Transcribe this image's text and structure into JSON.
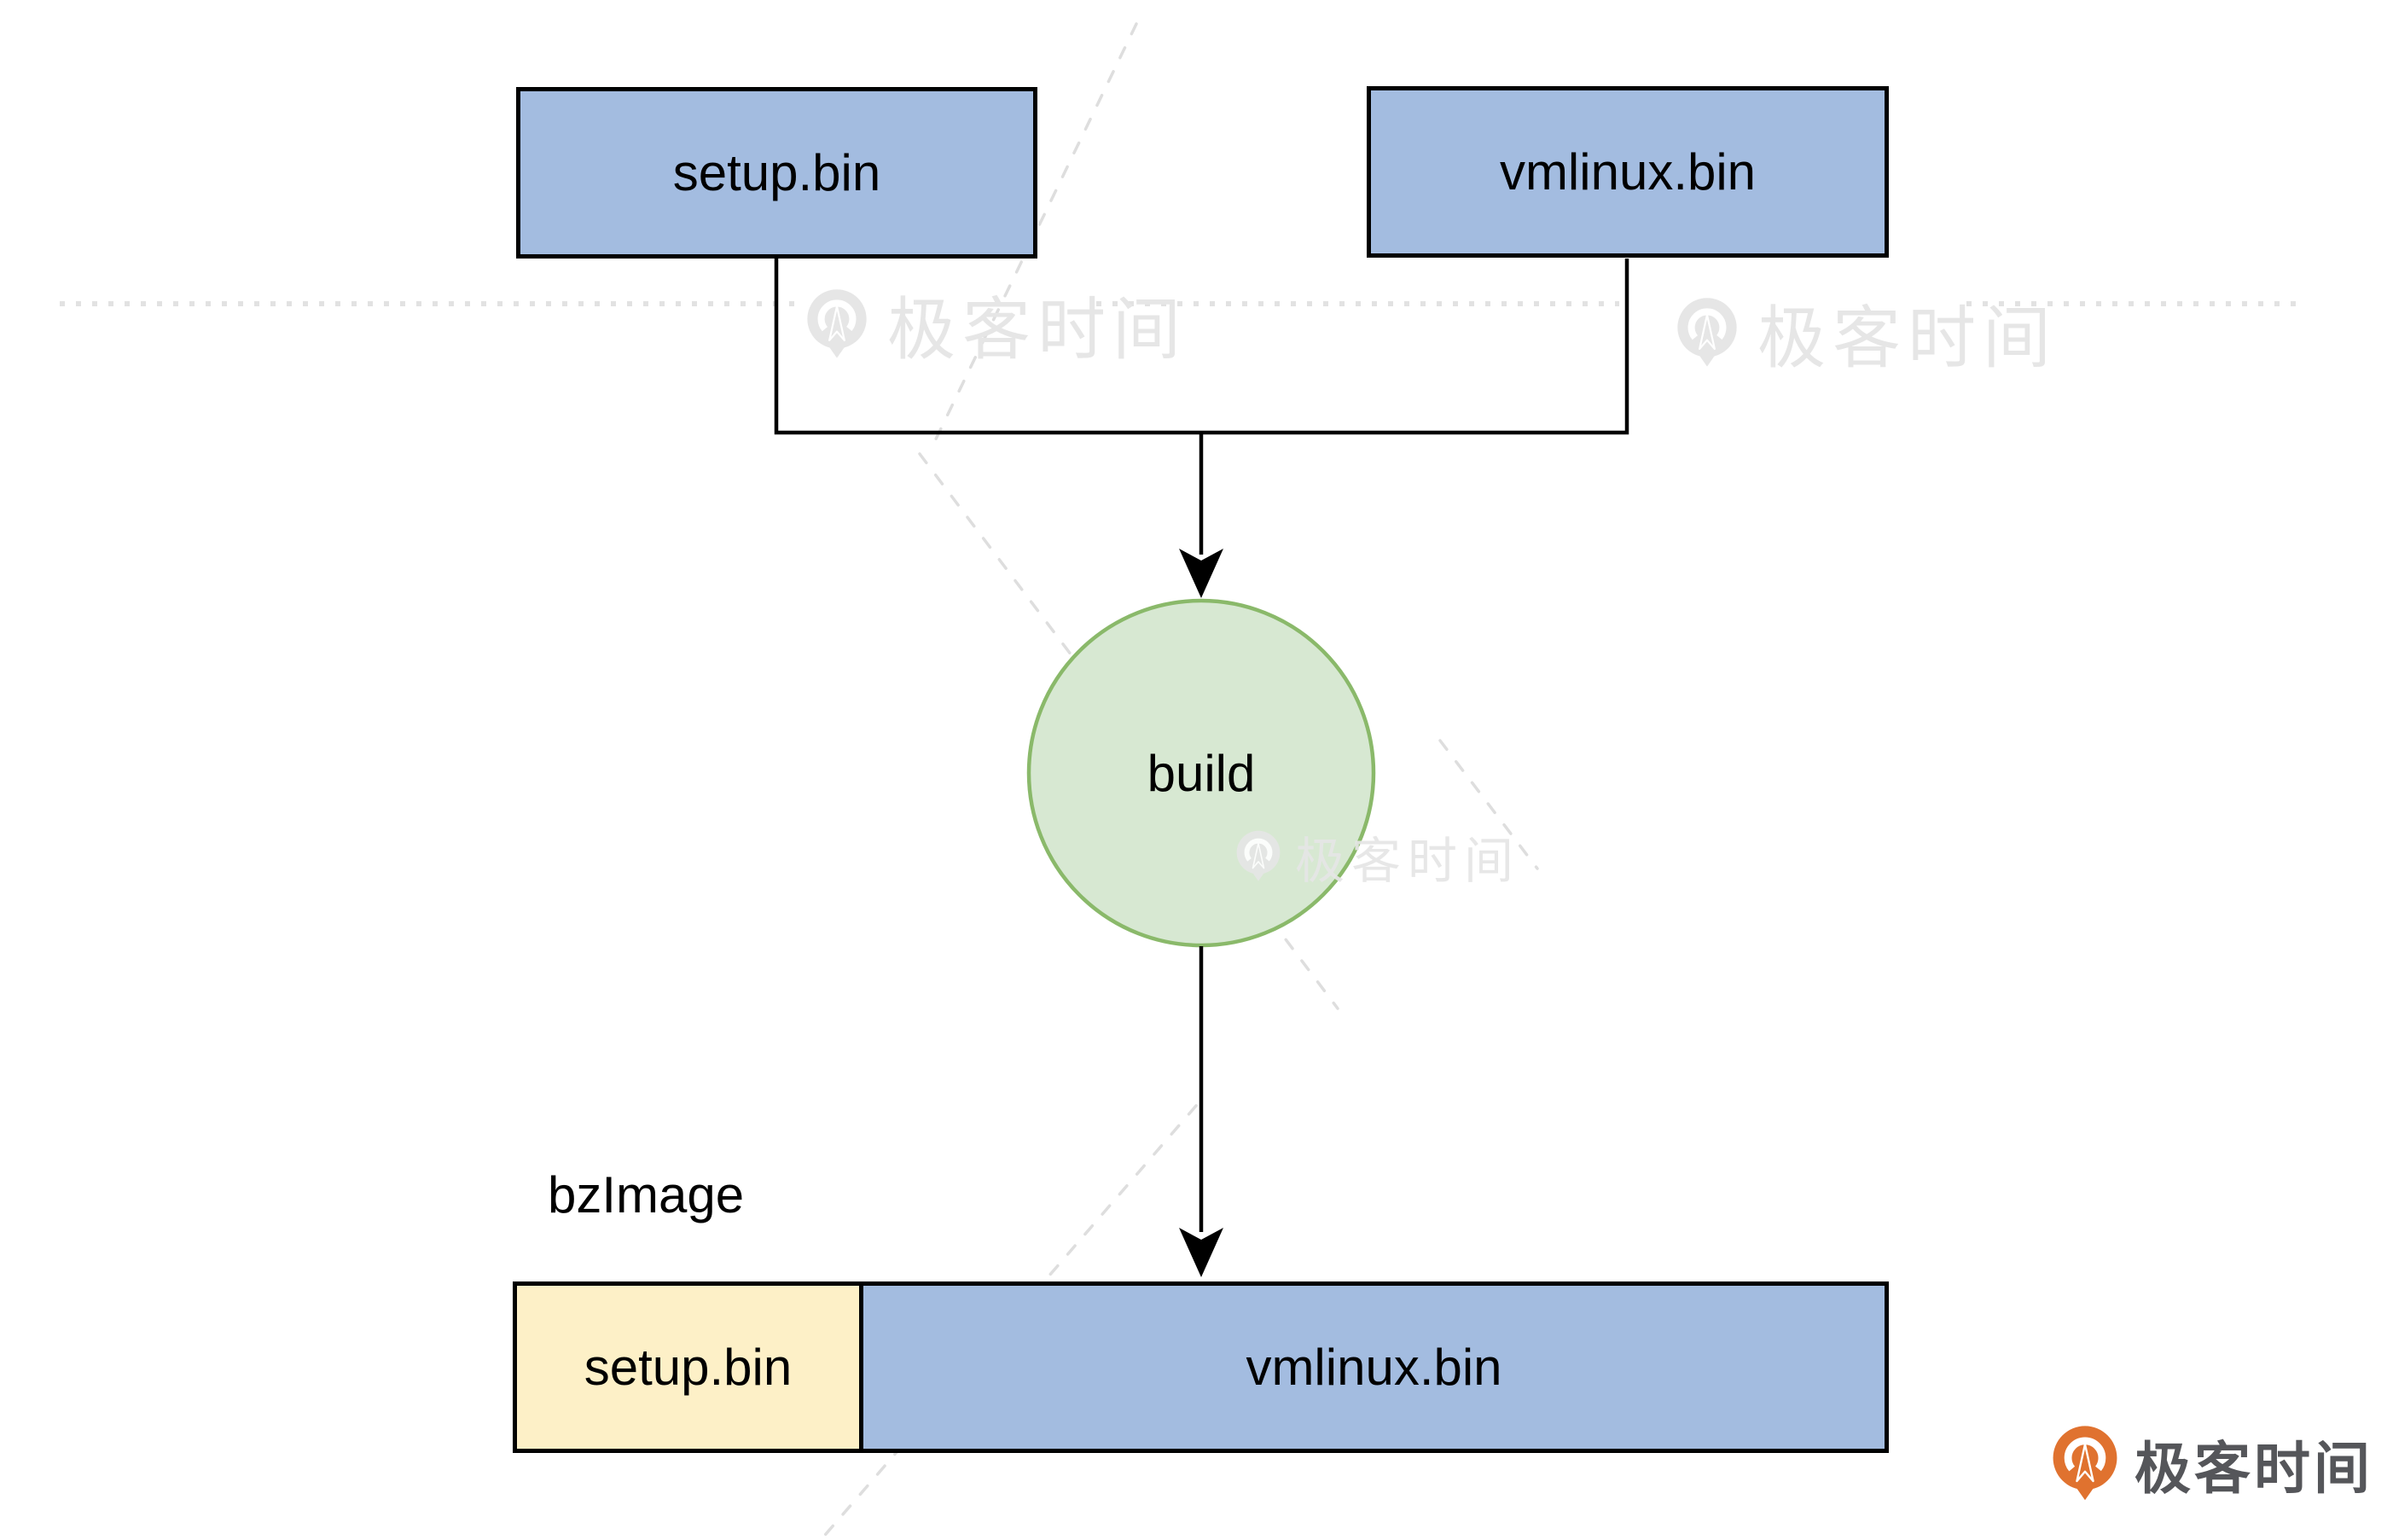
{
  "diagram": {
    "inputs": [
      {
        "label": "setup.bin"
      },
      {
        "label": "vmlinux.bin"
      }
    ],
    "process": {
      "label": "build"
    },
    "output": {
      "title": "bzImage",
      "segments": [
        {
          "label": "setup.bin"
        },
        {
          "label": "vmlinux.bin"
        }
      ]
    }
  },
  "watermark": {
    "text": "极客时间"
  },
  "branding": {
    "text": "极客时间"
  },
  "colors": {
    "input_box_fill": "#a3bce0",
    "process_fill": "#d7e8d2",
    "process_stroke": "#8ab96a",
    "output_segment_setup_fill": "#fdf0c7",
    "output_segment_vmlinux_fill": "#a3bce0",
    "connector_line": "#000000",
    "watermark_gray": "#e6e6e6",
    "brand_orange": "#e0722f",
    "brand_text_gray": "#55565a"
  }
}
